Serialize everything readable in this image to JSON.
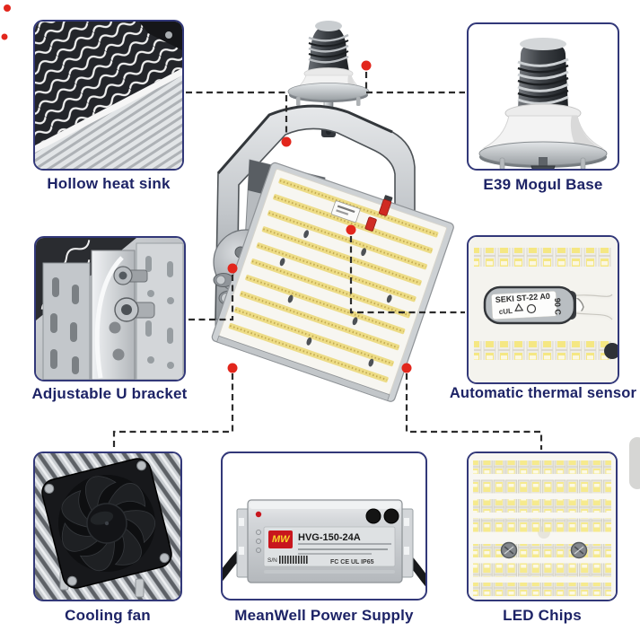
{
  "title": "LED retrofit kit feature diagram",
  "colors": {
    "box_border": "#323879",
    "label_text": "#1d2366",
    "dash_line": "#2c2c2c",
    "dot_red": "#e2261c",
    "led_yellow": "#f0e18c"
  },
  "features": [
    {
      "id": "hollow-heat-sink",
      "label": "Hollow heat sink"
    },
    {
      "id": "e39-mogul-base",
      "label": "E39 Mogul Base"
    },
    {
      "id": "adjustable-u-bracket",
      "label": "Adjustable U bracket"
    },
    {
      "id": "automatic-thermal-sensor",
      "label": "Automatic thermal sensor"
    },
    {
      "id": "cooling-fan",
      "label": "Cooling fan"
    },
    {
      "id": "meanwell-power-supply",
      "label": "MeanWell Power Supply"
    },
    {
      "id": "led-chips",
      "label": "LED Chips"
    }
  ],
  "sensor": {
    "line1": "SEKI ST-22 A0",
    "marks": "cUL",
    "temp": "90 C"
  },
  "psu": {
    "logo": "MW",
    "model": "HVG-150-24A",
    "cert": "FC CE UL IP65",
    "sn": "S/N"
  }
}
